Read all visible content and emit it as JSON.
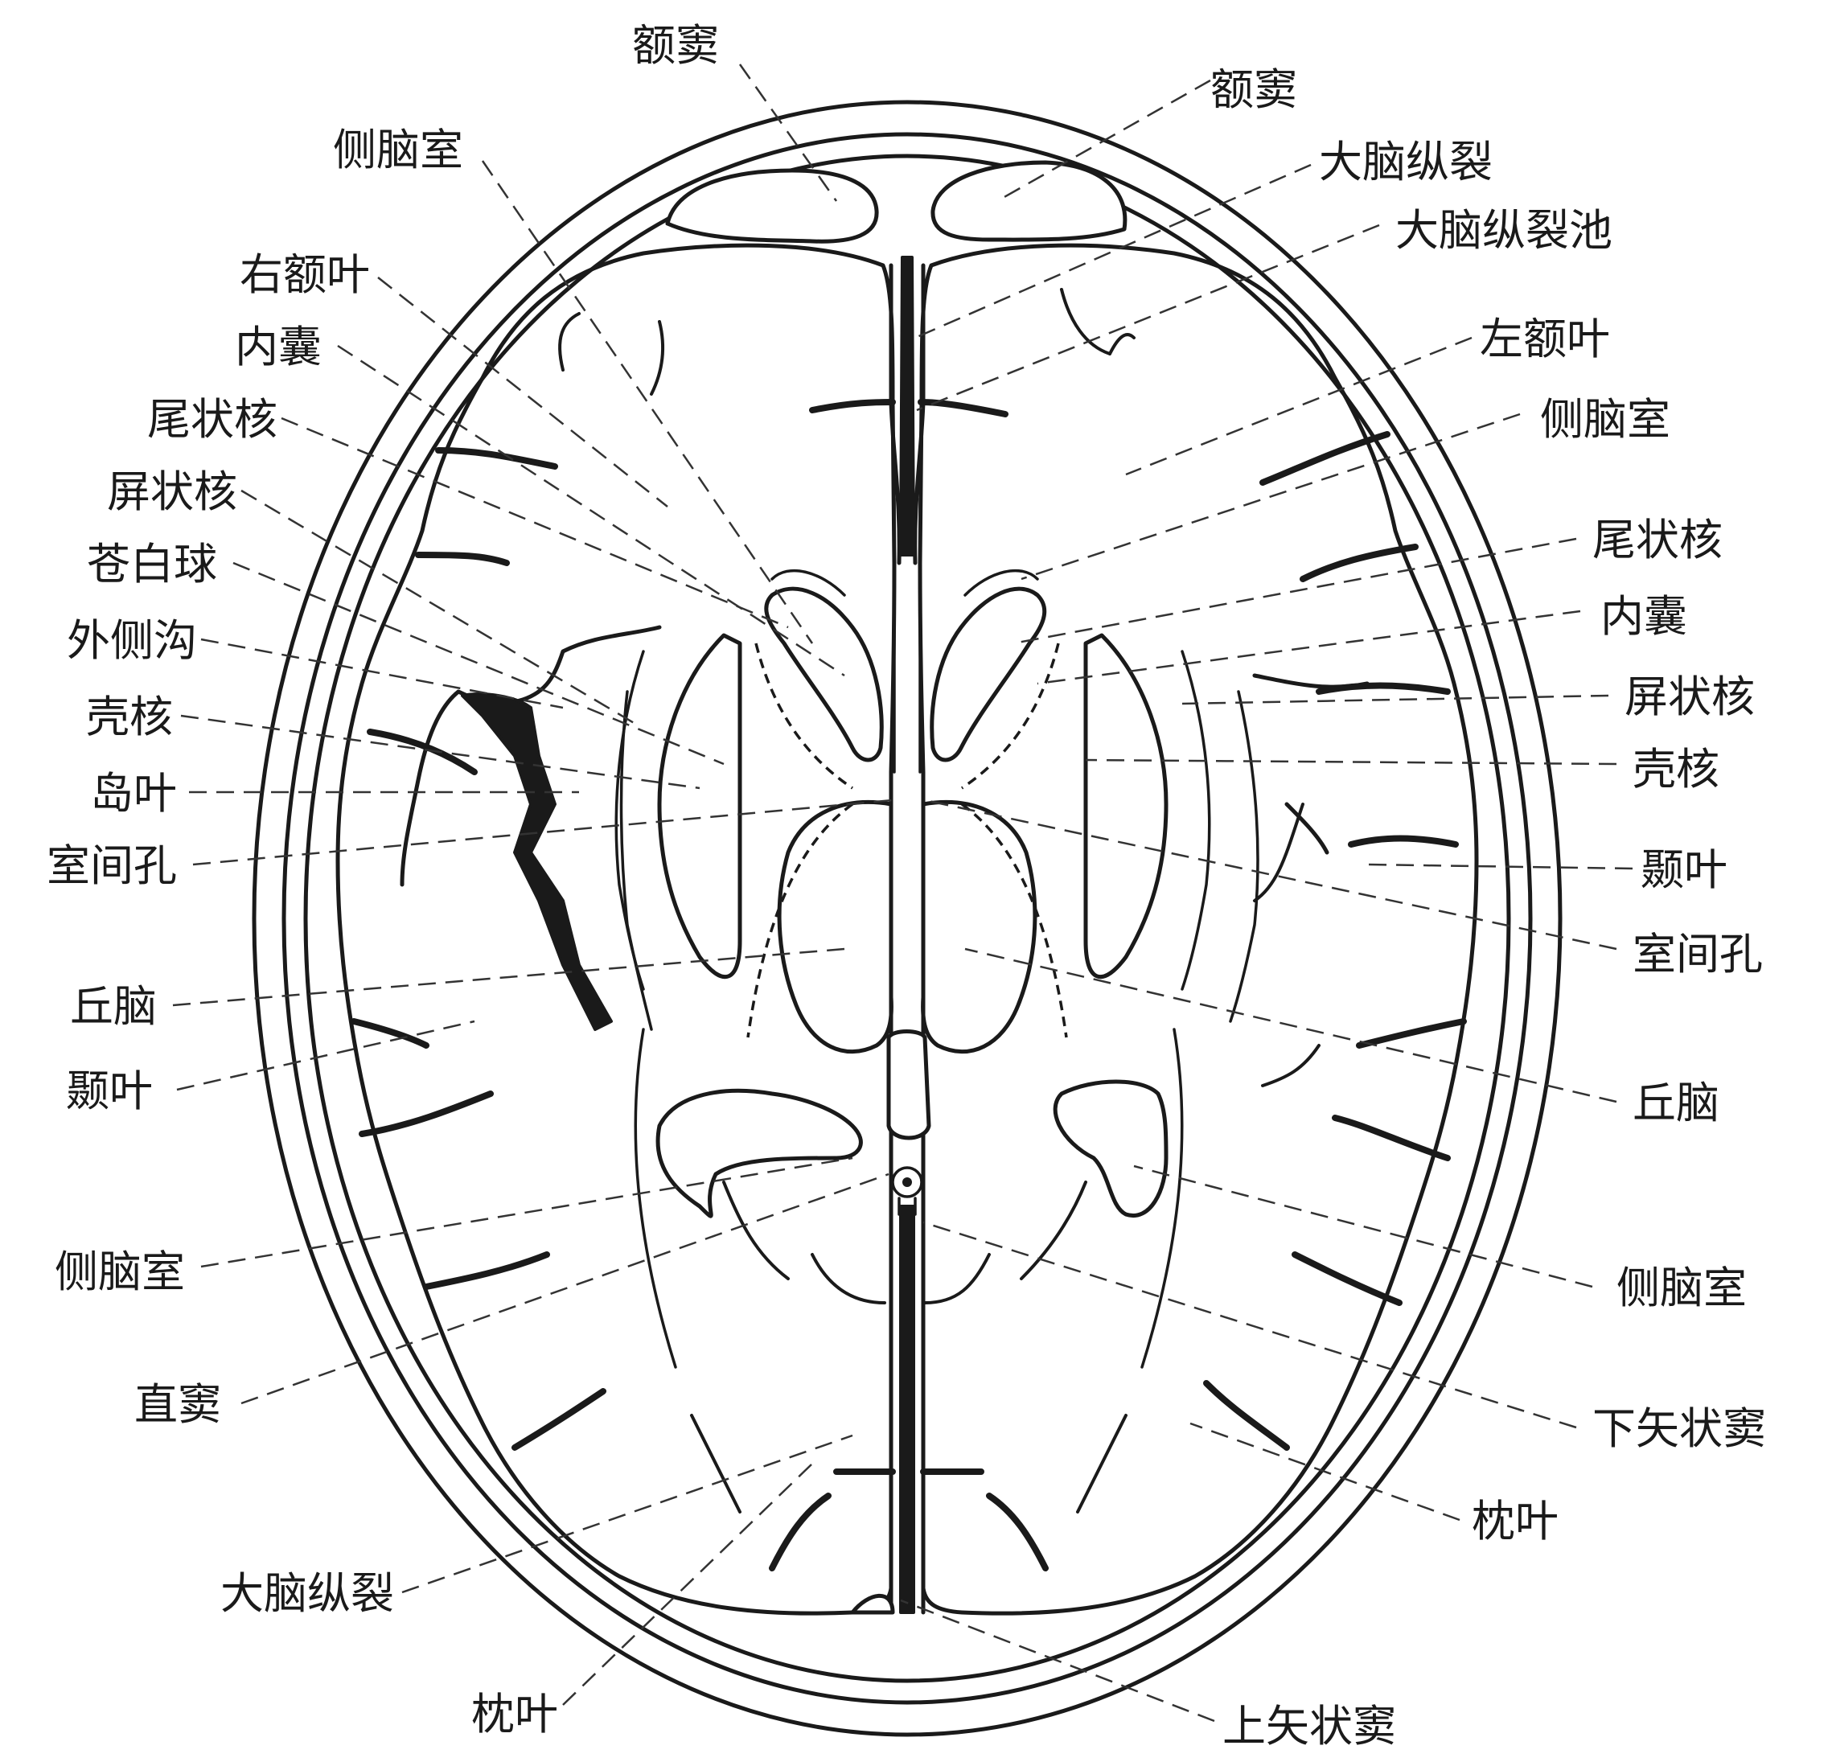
{
  "labels": {
    "top_frontal_sinus": "额窦",
    "r_frontal_sinus": "额窦",
    "r_longitudinal_fissure": "大脑纵裂",
    "r_longitudinal_cistern": "大脑纵裂池",
    "r_left_frontal_lobe": "左额叶",
    "r_lateral_ventricle_1": "侧脑室",
    "r_caudate": "尾状核",
    "r_internal_capsule": "内囊",
    "r_claustrum": "屏状核",
    "r_putamen": "壳核",
    "r_temporal_lobe": "颞叶",
    "r_interventricular_foramen": "室间孔",
    "r_thalamus": "丘脑",
    "r_lateral_ventricle_2": "侧脑室",
    "r_inferior_sagittal_sinus": "下矢状窦",
    "r_occipital_lobe": "枕叶",
    "b_superior_sagittal_sinus": "上矢状窦",
    "l_lateral_ventricle_1": "侧脑室",
    "l_right_frontal_lobe": "右额叶",
    "l_internal_capsule": "内囊",
    "l_caudate": "尾状核",
    "l_claustrum": "屏状核",
    "l_globus_pallidus": "苍白球",
    "l_lateral_sulcus": "外侧沟",
    "l_putamen": "壳核",
    "l_insula": "岛叶",
    "l_interventricular_foramen": "室间孔",
    "l_thalamus": "丘脑",
    "l_temporal_lobe": "颞叶",
    "l_lateral_ventricle_2": "侧脑室",
    "l_straight_sinus": "直窦",
    "l_longitudinal_fissure": "大脑纵裂",
    "b_occipital_lobe": "枕叶"
  }
}
